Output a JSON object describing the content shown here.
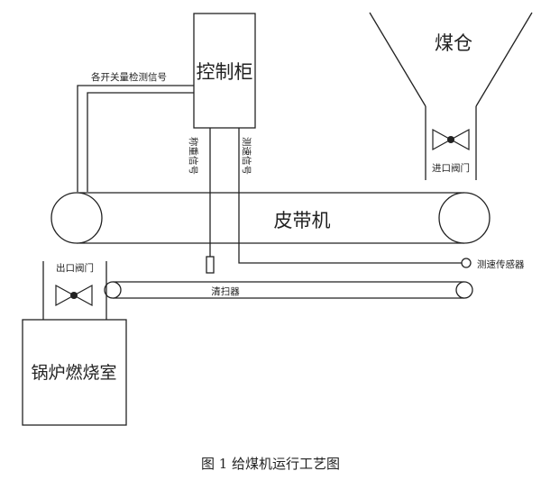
{
  "labels": {
    "control_cabinet": "控制柜",
    "switch_signals": "各开关量检测信号",
    "weighing_signal": "称重信号",
    "speed_signal": "测速信号",
    "coal_bunker": "煤仓",
    "inlet_valve": "进口阀门",
    "belt_conveyor": "皮带机",
    "speed_sensor": "测速传感器",
    "outlet_valve": "出口阀门",
    "scraper": "清扫器",
    "boiler": "锅炉燃烧室"
  },
  "caption": "图 1 给煤机运行工艺图",
  "colors": {
    "line": "#222222",
    "background": "#ffffff"
  }
}
